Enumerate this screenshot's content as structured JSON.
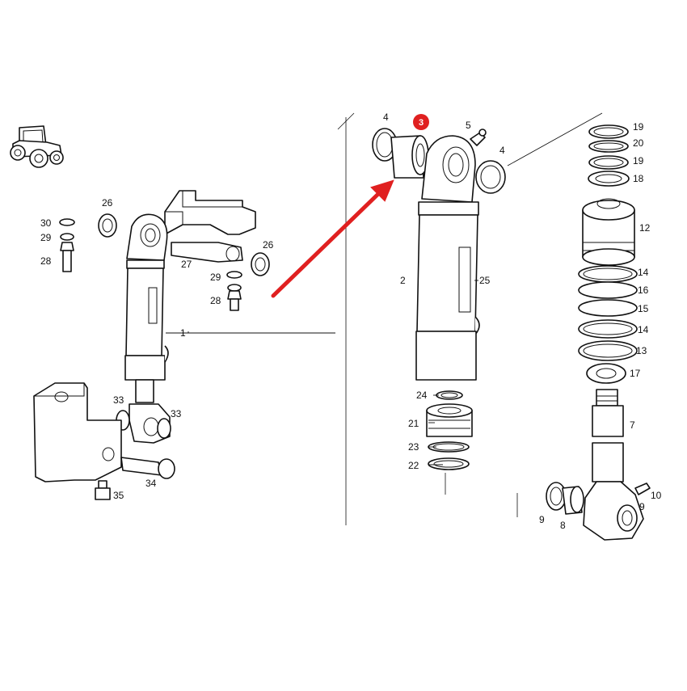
{
  "colors": {
    "line": "#111111",
    "background": "#ffffff",
    "highlight": "#e02020",
    "arrow": "#e02020"
  },
  "icons": {
    "tractor": "tractor-icon",
    "arrow": "red-arrow-icon"
  },
  "highlighted_callout": "3",
  "left_assembly": {
    "labels": {
      "p26a": "26",
      "p30": "30",
      "p29a": "29",
      "p28a": "28",
      "p27": "27",
      "p26b": "26",
      "p29b": "29",
      "p28b": "28",
      "p1": "1",
      "p33a": "33",
      "p33b": "33",
      "p34": "34",
      "p35": "35"
    }
  },
  "middle_assembly": {
    "labels": {
      "p4a": "4",
      "p3": "3",
      "p5": "5",
      "p4b": "4",
      "p2": "2",
      "p25": "25",
      "p24": "24",
      "p21": "21",
      "p23": "23",
      "p22": "22"
    }
  },
  "right_assembly": {
    "labels": {
      "p19a": "19",
      "p20": "20",
      "p19b": "19",
      "p18": "18",
      "p12": "12",
      "p14a": "14",
      "p16": "16",
      "p15": "15",
      "p14b": "14",
      "p13": "13",
      "p17": "17",
      "p7": "7",
      "p10": "10",
      "p9a": "9",
      "p9b": "9",
      "p8": "8"
    }
  }
}
